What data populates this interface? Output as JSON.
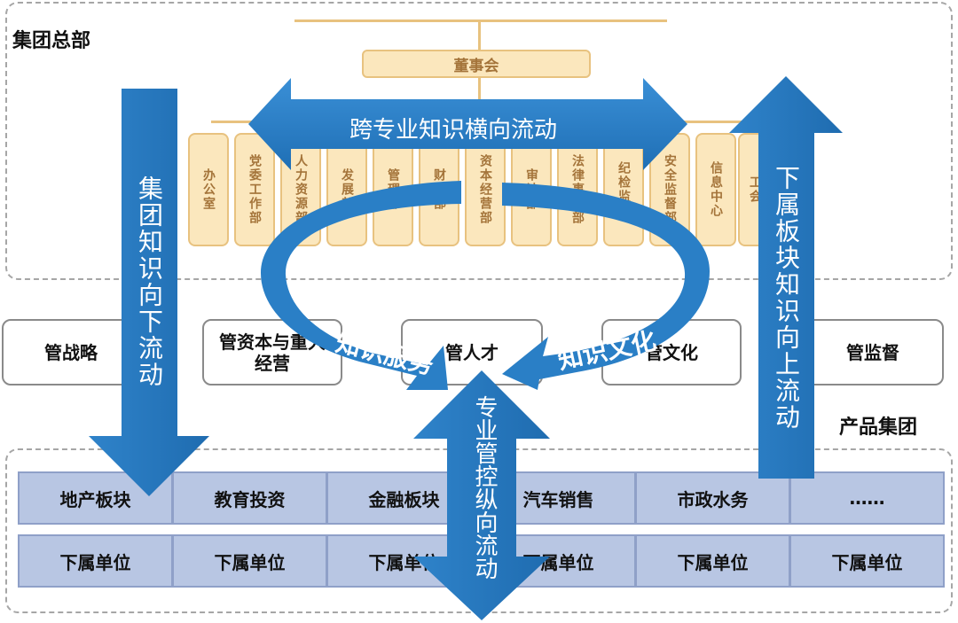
{
  "hq": {
    "title": "集团总部",
    "board": "董事会",
    "departments": [
      "办公室",
      "党委工作部",
      "人力资源部",
      "发展部",
      "管理部",
      "财务部",
      "资本经营部",
      "审计部",
      "法律事务部",
      "纪检监察",
      "安全监督部",
      "信息中心",
      "工会"
    ]
  },
  "functions": [
    "管战略",
    "管资本与重大经营",
    "管人才",
    "管文化",
    "管监督"
  ],
  "product_group": {
    "title": "产品集团",
    "sectors": [
      "地产板块",
      "教育投资",
      "金融板块",
      "汽车销售",
      "市政水务",
      "……"
    ],
    "units": [
      "下属单位",
      "下属单位",
      "下属单位",
      "下属单位",
      "下属单位",
      "下属单位"
    ]
  },
  "arrows": {
    "horizontal": "跨专业知识横向流动",
    "down": "集团知识向下流动",
    "up": "下属板块知识向上流动",
    "vertical": "专业管控纵向流动",
    "service": "知识服务",
    "culture": "知识文化"
  },
  "colors": {
    "arrow": "#2a7fc6",
    "org_fill": "#fbe7bd",
    "cell_fill": "#b8c6e3"
  }
}
